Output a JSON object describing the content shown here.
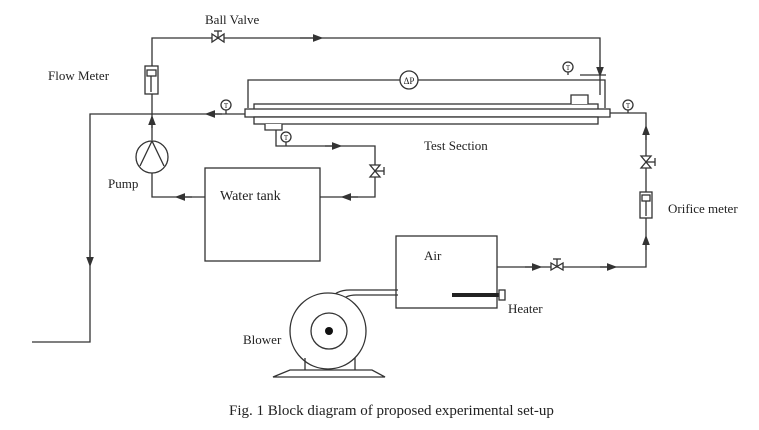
{
  "diagram": {
    "caption": "Fig. 1 Block diagram of proposed experimental set-up",
    "labels": {
      "ball_valve": "Ball Valve",
      "flow_meter": "Flow Meter",
      "pump": "Pump",
      "water_tank": "Water tank",
      "test_section": "Test Section",
      "orifice_meter": "Orifice meter",
      "air": "Air",
      "heater": "Heater",
      "blower": "Blower"
    },
    "gauge_symbols": {
      "temperature": "T",
      "pressure_drop": "ΔP"
    },
    "colors": {
      "line": "#333333",
      "background": "#ffffff"
    }
  }
}
